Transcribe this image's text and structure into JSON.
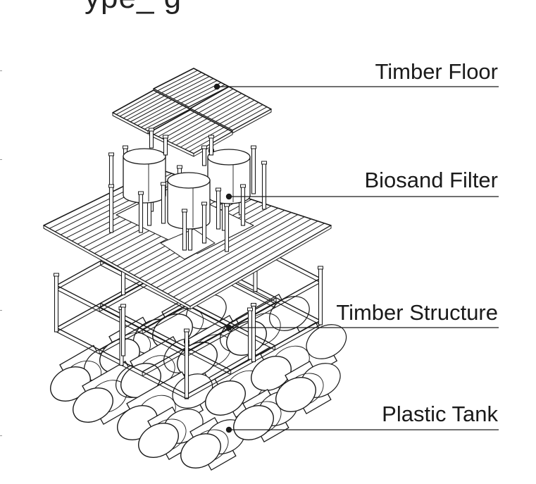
{
  "title_fragment": "ype_          g",
  "labels": {
    "timber_floor": "Timber Floor",
    "biosand_filter": "Biosand Filter",
    "timber_structure": "Timber Structure",
    "plastic_tank": "Plastic Tank"
  },
  "colors": {
    "line": "#1a1a1a",
    "fill": "#ffffff"
  },
  "components": [
    {
      "id": "timber-floor",
      "label_key": "timber_floor",
      "icon": "deck-panel-icon"
    },
    {
      "id": "biosand-filter",
      "label_key": "biosand_filter",
      "icon": "cylinder-tank-icon"
    },
    {
      "id": "timber-structure",
      "label_key": "timber_structure",
      "icon": "frame-icon"
    },
    {
      "id": "plastic-tank",
      "label_key": "plastic_tank",
      "icon": "float-drum-icon"
    }
  ]
}
